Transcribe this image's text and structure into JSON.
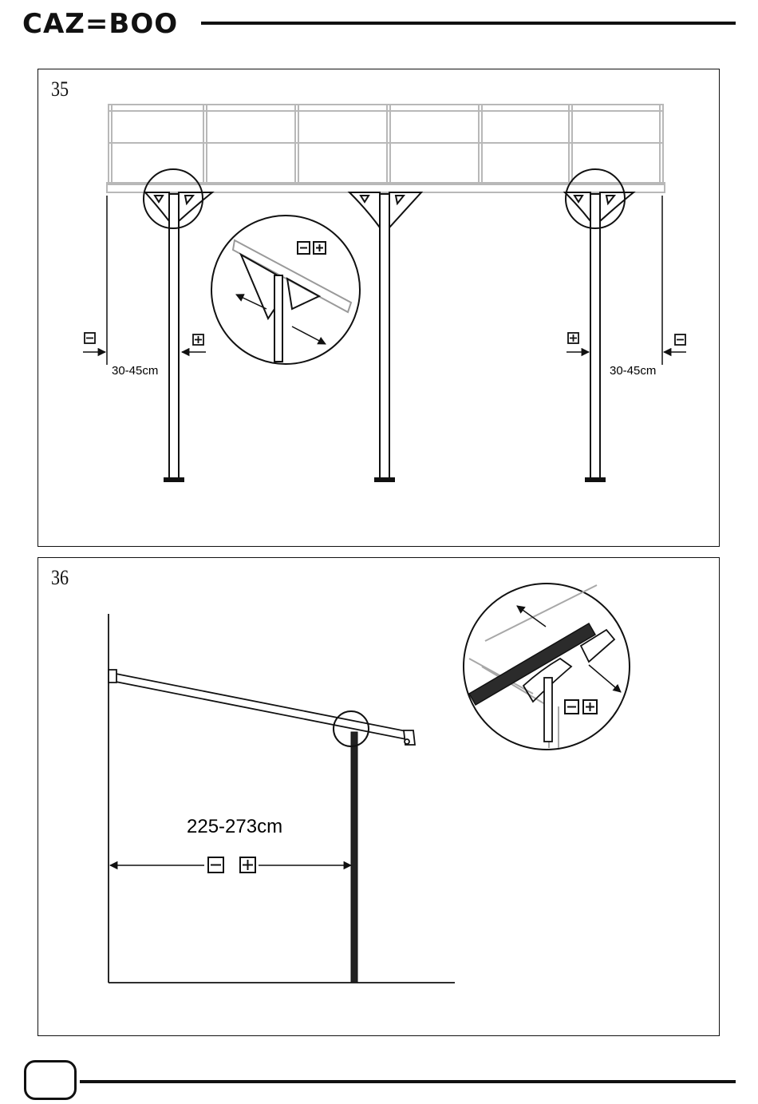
{
  "header": {
    "brand": "CAZ=BOO"
  },
  "step35": {
    "number": "35",
    "left_range": "30-45cm",
    "right_range": "30-45cm"
  },
  "step36": {
    "number": "36",
    "range": "225-273cm"
  }
}
